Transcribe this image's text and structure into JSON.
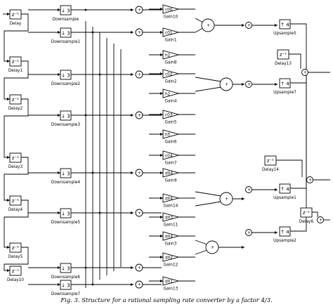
{
  "diagram": {
    "caption": "Fig. 3. Structure for a rational sampling rate converter by a factor 4/3.",
    "delay": {
      "symbol": "z⁻¹"
    },
    "downsample": {
      "symbol": "↓ 3"
    },
    "upsample": {
      "symbol": "↑ 4"
    },
    "delays": [
      {
        "name": "Delay"
      },
      {
        "name": "Delay1"
      },
      {
        "name": "Delay2"
      },
      {
        "name": "Delay3"
      },
      {
        "name": "Delay4"
      },
      {
        "name": "Delay5"
      },
      {
        "name": "Delay10"
      }
    ],
    "downsamplers": [
      {
        "name": "Downsample"
      },
      {
        "name": "Downsample1"
      },
      {
        "name": "Downsample2"
      },
      {
        "name": "Downsample3"
      },
      {
        "name": "Downsample4"
      },
      {
        "name": "Downsample5"
      },
      {
        "name": "Downsample6"
      },
      {
        "name": "Downsample7"
      }
    ],
    "gains": [
      {
        "coef": "c00",
        "name": "Gain10"
      },
      {
        "coef": "c01",
        "name": "Gain1"
      },
      {
        "coef": "h2",
        "name": "Gain8"
      },
      {
        "coef": "c02",
        "name": "Gain2"
      },
      {
        "coef": "h2",
        "name": "Gain4"
      },
      {
        "coef": "c03",
        "name": "Gain5"
      },
      {
        "coef": "h5",
        "name": "Gain6"
      },
      {
        "coef": "c04",
        "name": "Gain7"
      },
      {
        "coef": "d04",
        "name": "Gain9"
      },
      {
        "coef": "d04",
        "name": "Gain14"
      },
      {
        "coef": "d03",
        "name": "Gain11"
      },
      {
        "coef": "d04",
        "name": "Gain3"
      },
      {
        "coef": "d02",
        "name": "Gain12"
      },
      {
        "coef": "d01",
        "name": "Gain13"
      }
    ],
    "right_delays": [
      {
        "name": "Delay13"
      },
      {
        "name": "Delay14"
      },
      {
        "name": "Delay6"
      }
    ],
    "upsamplers": [
      {
        "name": "Upsample5"
      },
      {
        "name": "Upsample7"
      },
      {
        "name": "Upsample1"
      },
      {
        "name": "Upsample2"
      }
    ]
  }
}
